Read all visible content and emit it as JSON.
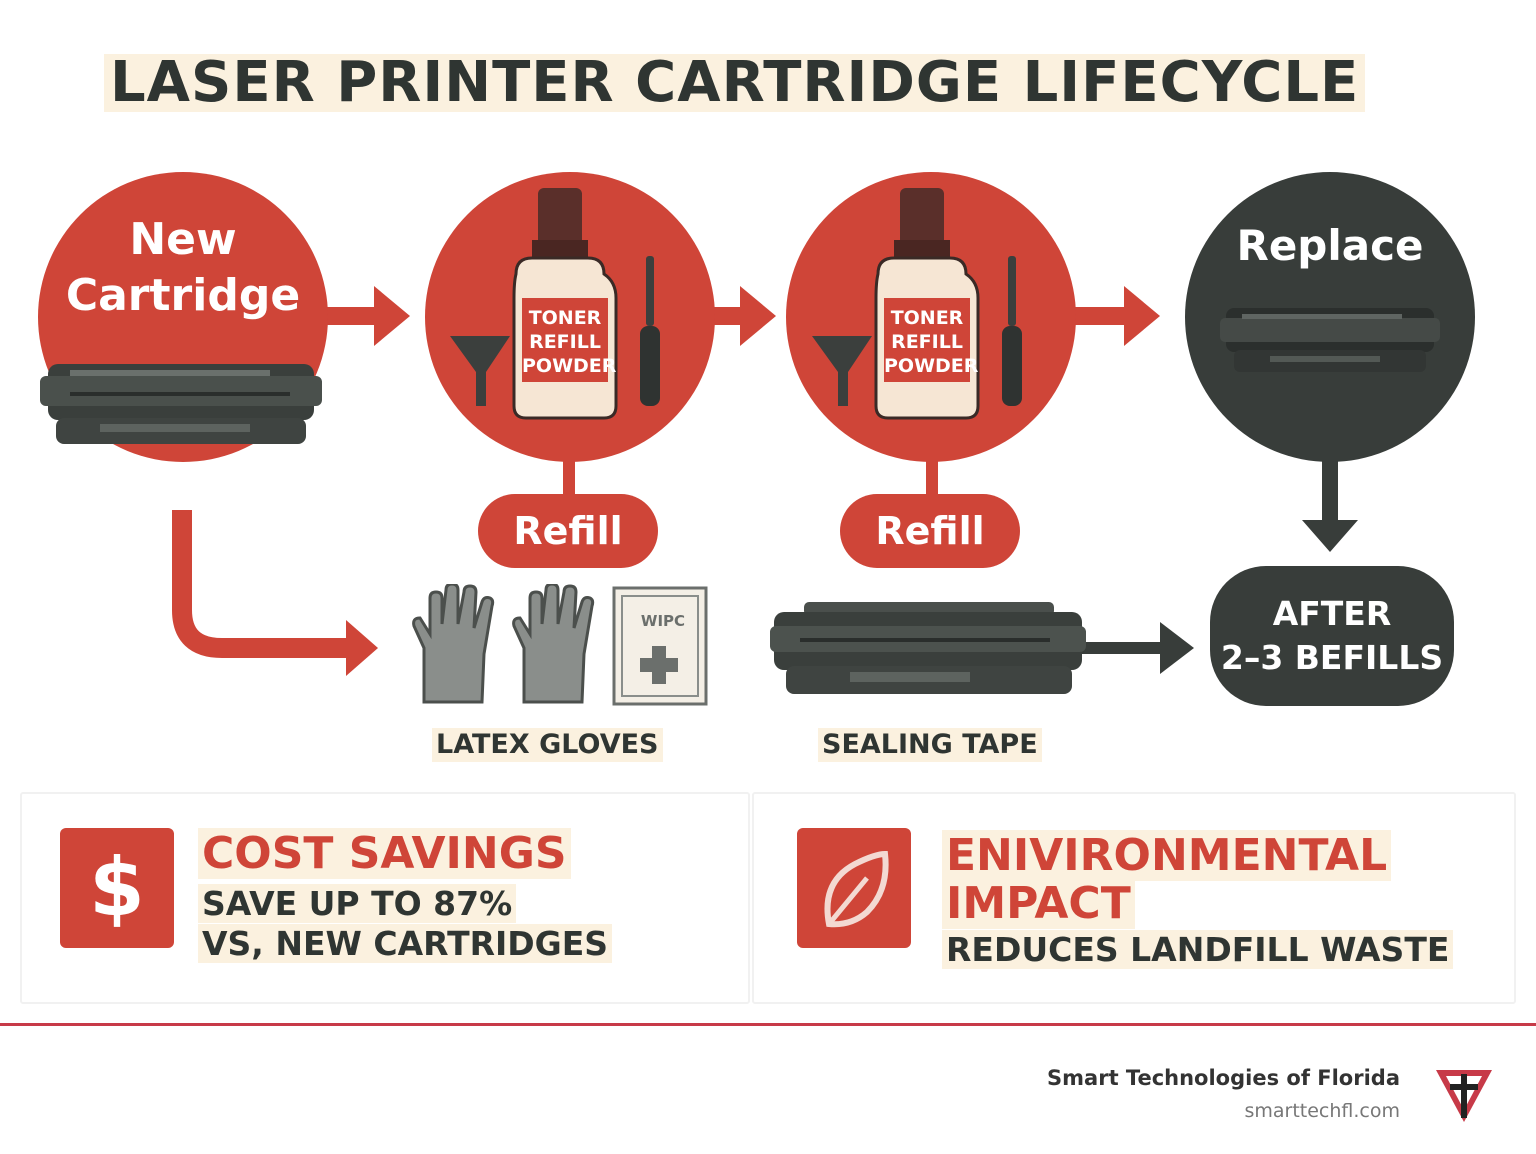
{
  "title": "LASER PRINTER CARTRIDGE LIFECYCLE",
  "steps": {
    "new": {
      "line1": "New",
      "line2": "Cartridge"
    },
    "refill1": {
      "bottle_label": [
        "TONER",
        "REFILL",
        "POWDER"
      ],
      "pill": "Refill"
    },
    "refill2": {
      "bottle_label": [
        "TONER",
        "REFILL",
        "POWDER"
      ],
      "pill": "Refill"
    },
    "replace": {
      "label": "Replace"
    }
  },
  "after_badge": {
    "line1": "AFTER",
    "line2": "2–3 BEFILLS"
  },
  "supplies": {
    "gloves_caption": "LATEX GLOVES",
    "wipe_text": "WIPC",
    "tape_caption": "SEALING TAPE"
  },
  "benefits": {
    "cost": {
      "heading": "COST SAVINGS",
      "line1": "SAVE UP TO 87%",
      "line2": "VS, NEW CARTRIDGES"
    },
    "env": {
      "heading1": "ENIVIRONMENTAL",
      "heading2": "IMPACT",
      "line1": "REDUCES LANDFILL WASTE"
    }
  },
  "footer": {
    "company": "Smart Technologies of Florida",
    "website": "smarttechfl.com"
  },
  "colors": {
    "accent": "#cf4538",
    "dark": "#383d3a",
    "highlight": "#fbf1df"
  },
  "icons": [
    "cartridge-icon",
    "toner-bottle-icon",
    "funnel-icon",
    "screwdriver-icon",
    "glove-icon",
    "wipe-packet-icon",
    "dollar-icon",
    "leaf-icon",
    "company-logo-icon"
  ]
}
